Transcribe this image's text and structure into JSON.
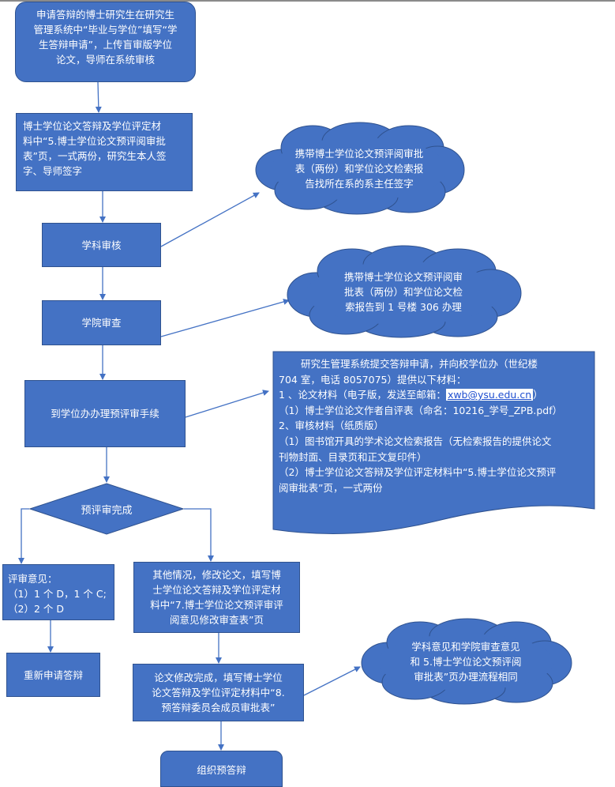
{
  "nodes": {
    "start": [
      "申请答辩的博士研究生在研究生",
      "管理系统中“毕业与学位”填写“学",
      "生答辩申请”，上传盲审版学位",
      "论文，导师在系统审核"
    ],
    "form5": [
      "博士学位论文答辩及学位评定材",
      "料中“5.博士学位论文预评阅审批",
      "表”页，一式两份，研究生本人签",
      "字、导师签字"
    ],
    "subject_review": "学科审核",
    "college_review": "学院审查",
    "degree_office": "到学位办办理预评审手续",
    "decision": "预评审完成",
    "opinion": [
      "评审意见：",
      "（1）1 个 D，1 个 C;",
      "（2）2 个 D"
    ],
    "reapply": "重新申请答辩",
    "revise": [
      "其他情况，修改论文，填写博",
      "士学位论文答辩及学位评定材",
      "料中“7.博士学位论文预评审评",
      "阅意见修改审查表”页"
    ],
    "revise_done": [
      "论文修改完成，填写博士学位",
      "论文答辩及学位评定材料中“8.",
      "预答辩委员会成员审批表”"
    ],
    "pre_defense": "组织预答辩"
  },
  "clouds": {
    "c1": [
      "携带博士学位论文预评阅审批",
      "表（两份）和学位论文检索报",
      "告找所在系的系主任签字"
    ],
    "c2": [
      "携带博士学位论文预评阅审",
      "批表（两份）和学位论文检",
      "索报告到 1 号楼 306 办理"
    ],
    "c3": [
      "学科意见和学院审查意见",
      "和 5.博士学位论文预评阅",
      "审批表”页办理流程相同"
    ]
  },
  "document": {
    "line1": "研究生管理系统提交答辩申请，并向校学位办（世纪楼",
    "line2": "704 室，电话 8057075）提供以下材料：",
    "line3_prefix": "1 、论文材料（电子版，发送至邮箱：",
    "email": "xwb@ysu.edu.cn",
    "line3_suffix": "）",
    "line4": "（1）博士学位论文作者自评表（命名：10216_学号_ZPB.pdf）",
    "line5": "2、审核材料（纸质版）",
    "line6": "（1）图书馆开具的学术论文检索报告（无检索报告的提供论文",
    "line7": "刊物封面、目录页和正文复印件）",
    "line8": "（2）博士学位论文答辩及学位评定材料中“5.博士学位论文预评",
    "line9": "阅审批表”页，一式两份"
  },
  "colors": {
    "fill": "#4472c4",
    "stroke": "#2f528f",
    "arrow": "#4472c4"
  }
}
